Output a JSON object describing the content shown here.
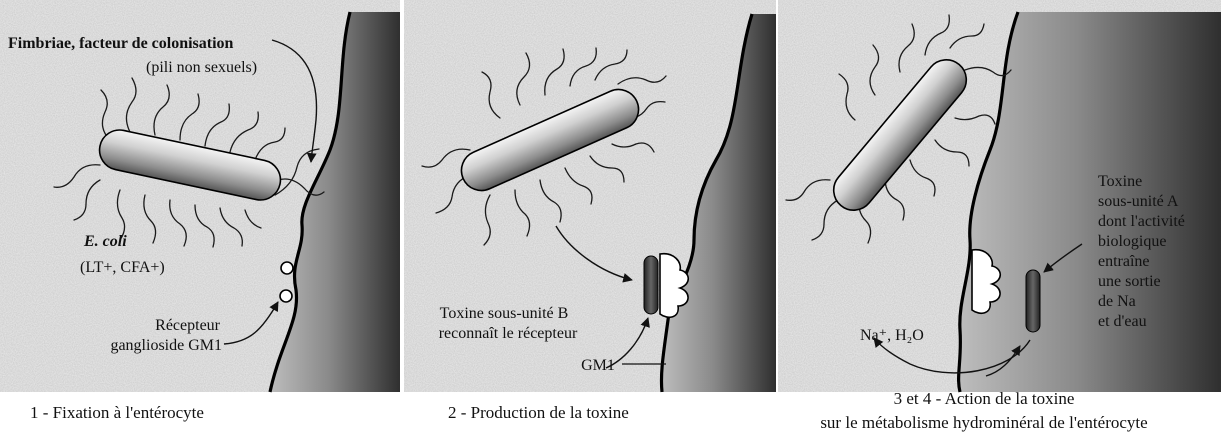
{
  "panel1": {
    "fimbriae_label": "Fimbriae, facteur de colonisation",
    "pili_label": "(pili non sexuels)",
    "ecoli_label": "E. coli",
    "ecoli_sub": "(LT+, CFA+)",
    "receptor_label_1": "Récepteur",
    "receptor_label_2": "ganglioside GM1",
    "caption": "1 - Fixation à l'entérocyte"
  },
  "panel2": {
    "toxin_b_line1": "Toxine sous-unité B",
    "toxin_b_line2": "reconnaît le récepteur",
    "toxin_b_line3": "GM1",
    "caption": "2 - Production de la toxine"
  },
  "panel3": {
    "toxin_a_lines": [
      "Toxine",
      "sous-unité A",
      "dont l'activité",
      "biologique",
      "entraîne",
      "une sortie",
      "de Na",
      "et d'eau"
    ],
    "na_label": "Na⁺, H₂O",
    "caption_line1": "3 et 4 - Action de la toxine",
    "caption_line2": "sur le métabolisme hydrominéral de l'entérocyte"
  },
  "colors": {
    "cell_dark": "#2f2f2f",
    "cell_mid": "#8a8a8a",
    "background": "#d9d9d9",
    "bacterium_light": "#f2f2f2",
    "bacterium_dark": "#6a6a6a"
  }
}
